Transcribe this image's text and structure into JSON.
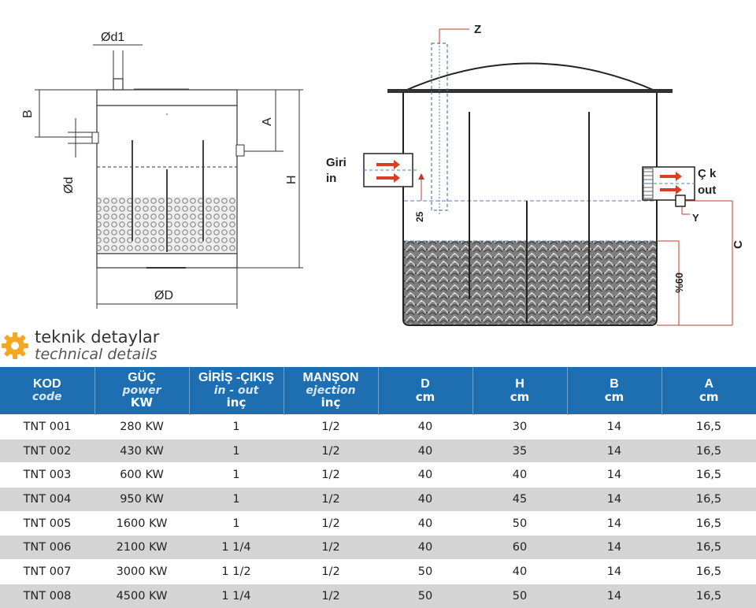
{
  "diagram_left": {
    "labels": {
      "d1": "Ød1",
      "B": "B",
      "A": "A",
      "d": "Ød",
      "H": "H",
      "D": "ØD"
    }
  },
  "diagram_right": {
    "labels": {
      "Z": "Z",
      "inlet_tr": "Giri",
      "inlet_en": "in",
      "outlet_tr": "Ç k",
      "outlet_en": "out",
      "Y": "Y",
      "C": "C",
      "level25": "25",
      "pct60": "%60"
    }
  },
  "section": {
    "title_tr": "teknik detaylar",
    "title_en": "technical details",
    "icon": "gear-icon",
    "icon_color": "#f5a623"
  },
  "table": {
    "header_color": "#1d6fb2",
    "columns": [
      {
        "main": "KOD",
        "sub": "code",
        "unit": ""
      },
      {
        "main": "GÜÇ",
        "sub": "power",
        "unit": "KW"
      },
      {
        "main": "GİRİŞ -ÇIKIŞ",
        "sub": "in - out",
        "unit": "inç"
      },
      {
        "main": "MANŞON",
        "sub": "ejection",
        "unit": "inç"
      },
      {
        "main": "D",
        "sub": "",
        "unit": "cm"
      },
      {
        "main": "H",
        "sub": "",
        "unit": "cm"
      },
      {
        "main": "B",
        "sub": "",
        "unit": "cm"
      },
      {
        "main": "A",
        "sub": "",
        "unit": "cm"
      }
    ],
    "rows": [
      [
        "TNT 001",
        "280 KW",
        "1",
        "1/2",
        "40",
        "30",
        "14",
        "16,5"
      ],
      [
        "TNT 002",
        "430 KW",
        "1",
        "1/2",
        "40",
        "35",
        "14",
        "16,5"
      ],
      [
        "TNT 003",
        "600 KW",
        "1",
        "1/2",
        "40",
        "40",
        "14",
        "16,5"
      ],
      [
        "TNT 004",
        "950 KW",
        "1",
        "1/2",
        "40",
        "45",
        "14",
        "16,5"
      ],
      [
        "TNT 005",
        "1600 KW",
        "1",
        "1/2",
        "40",
        "50",
        "14",
        "16,5"
      ],
      [
        "TNT 006",
        "2100 KW",
        "1 1/4",
        "1/2",
        "40",
        "60",
        "14",
        "16,5"
      ],
      [
        "TNT 007",
        "3000 KW",
        "1 1/2",
        "1/2",
        "50",
        "40",
        "14",
        "16,5"
      ],
      [
        "TNT 008",
        "4500 KW",
        "1 1/4",
        "1/2",
        "50",
        "50",
        "14",
        "16,5"
      ]
    ]
  }
}
